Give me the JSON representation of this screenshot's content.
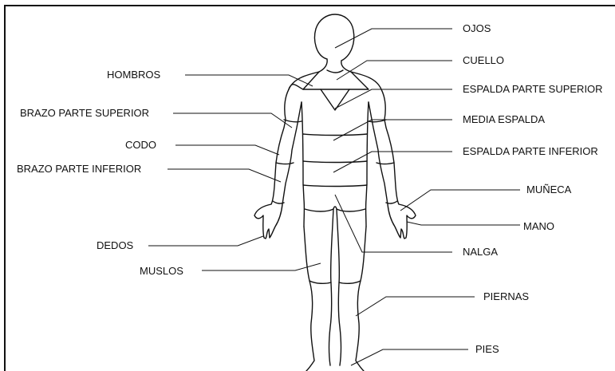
{
  "labels": {
    "ojos": "OJOS",
    "cuello": "CUELLO",
    "hombros": "HOMBROS",
    "espalda_superior": "ESPALDA PARTE SUPERIOR",
    "brazo_superior": "BRAZO PARTE SUPERIOR",
    "media_espalda": "MEDIA ESPALDA",
    "codo": "CODO",
    "espalda_inferior": "ESPALDA PARTE INFERIOR",
    "brazo_inferior": "BRAZO PARTE INFERIOR",
    "muneca": "MUÑECA",
    "mano": "MANO",
    "dedos": "DEDOS",
    "nalga": "NALGA",
    "muslos": "MUSLOS",
    "piernas": "PIERNAS",
    "pies": "PIES"
  }
}
